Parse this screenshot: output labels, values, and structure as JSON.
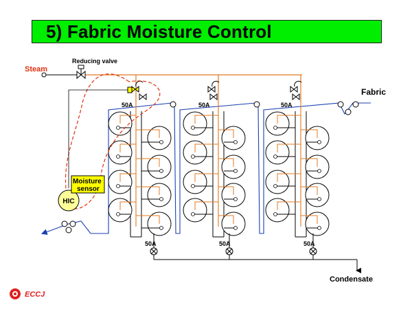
{
  "title": "5) Fabric Moisture Control",
  "labels": {
    "steam": "Steam",
    "reducing_valve": "Reducing valve",
    "fabric": "Fabric",
    "pipe_size": "50A",
    "moisture_sensor_line1": "Moisture",
    "moisture_sensor_line2": "sensor",
    "hic": "HIC",
    "condensate": "Condensate"
  },
  "logo": {
    "text": "ECCJ"
  },
  "colors": {
    "title_bg": "#00ee00",
    "steam_pipe": "#e07820",
    "fabric_line": "#1a3fb0",
    "control_loop": "#e03010",
    "sensor_box": "#ffff00",
    "hic_circle": "#ffff99",
    "steam_label": "#e03010",
    "logo": "#e02020"
  }
}
